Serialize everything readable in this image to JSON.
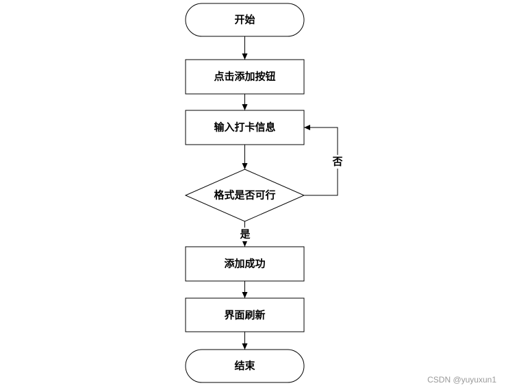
{
  "nodes": {
    "start": "开始",
    "click_add": "点击添加按钮",
    "input_info": "输入打卡信息",
    "check_format": "格式是否可行",
    "add_success": "添加成功",
    "refresh": "界面刷新",
    "end": "结束"
  },
  "edges": {
    "yes_label": "是",
    "no_label": "否"
  },
  "watermark": "CSDN @yuyuxun1",
  "colors": {
    "shape_fill": "#ffffff",
    "stroke": "#000000",
    "watermark": "#999999"
  }
}
